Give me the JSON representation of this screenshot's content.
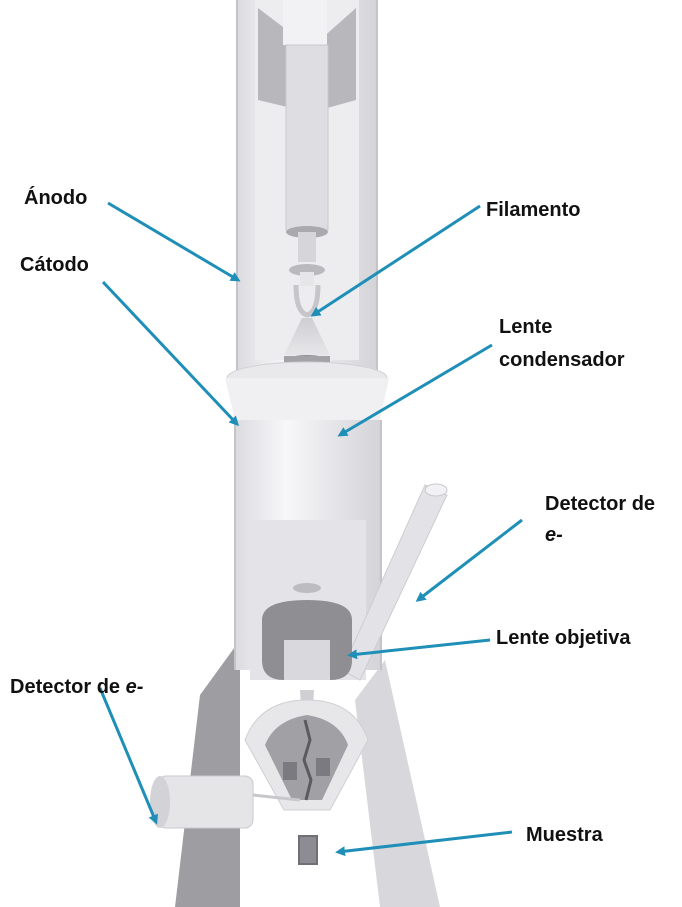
{
  "labels": {
    "anodo": "Ánodo",
    "catodo": "Cátodo",
    "filamento": "Filamento",
    "lente_condensador_1": "Lente",
    "lente_condensador_2": "condensador",
    "detector_right_1": "Detector de",
    "detector_right_2": "e-",
    "lente_objetiva": "Lente objetiva",
    "detector_left_prefix": "Detector de ",
    "detector_left_e": "e-",
    "muestra": "Muestra"
  },
  "colors": {
    "arrow": "#1f8fb8",
    "body_light": "#ececef",
    "body_mid": "#d9d9dd",
    "body_dark": "#9a9a9f",
    "shadow": "#b9b9be"
  }
}
